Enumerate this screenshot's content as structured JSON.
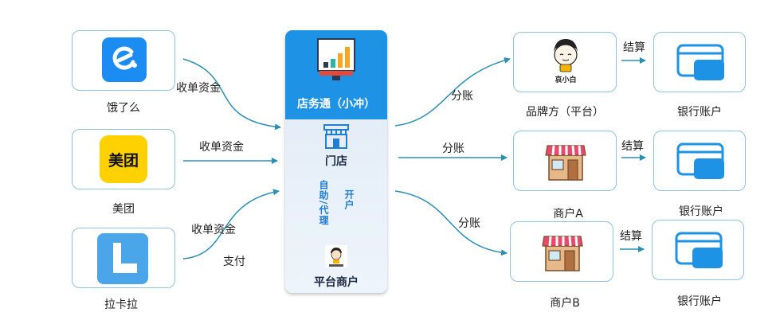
{
  "sources": [
    {
      "name": "饿了么",
      "icon": "eleme-logo-icon",
      "edge_label": "收单资金"
    },
    {
      "name": "美团",
      "icon": "meituan-logo-icon",
      "logo_text": "美团",
      "edge_label": "收单资金"
    },
    {
      "name": "拉卡拉",
      "icon": "lakala-logo-icon",
      "edge_label": "收单资金",
      "edge_sublabel": "支付"
    }
  ],
  "hub": {
    "title": "店务通（小冲）",
    "store_label": "门店",
    "flow_left": "自助/代理",
    "flow_right": "开户",
    "platform_label": "平台商户"
  },
  "targets": [
    {
      "name": "品牌方（平台）",
      "icon": "brand-mascot-icon",
      "mascot_text": "哀小白",
      "edge_label": "分账",
      "settle_label": "结算",
      "bank": "银行账户"
    },
    {
      "name": "商户A",
      "icon": "storefront-icon",
      "edge_label": "分账",
      "settle_label": "结算",
      "bank": "银行账户"
    },
    {
      "name": "商户B",
      "icon": "storefront-icon",
      "edge_label": "分账",
      "settle_label": "结算",
      "bank": "银行账户"
    }
  ],
  "colors": {
    "accent": "#1e93e6",
    "edge": "#2a8fb5",
    "card_border": "#8fc3dd",
    "meituan_yellow": "#ffd100",
    "lakala_blue": "#4aa6e8"
  }
}
